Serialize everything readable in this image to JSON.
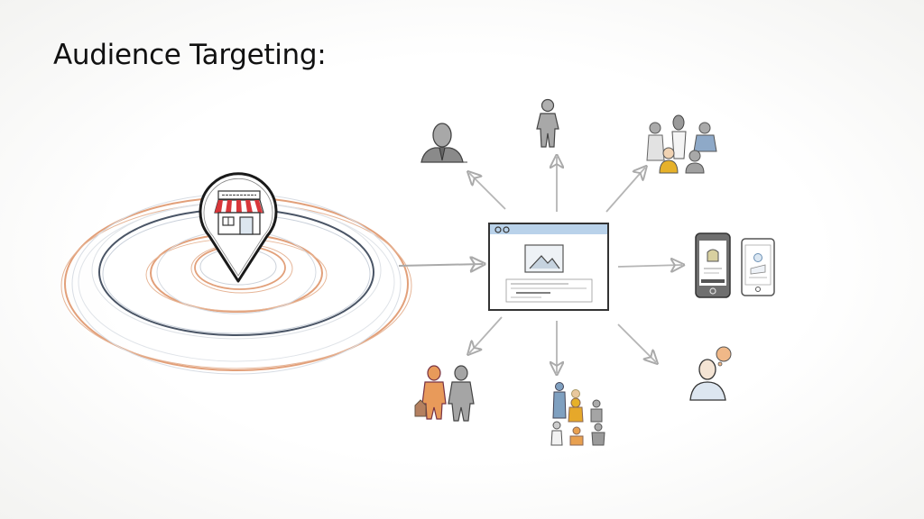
{
  "title": "Audience Targeting:",
  "colors": {
    "background": "#fdfdfc",
    "ring_orange": "#e2a07a",
    "ring_dark": "#4a5566",
    "ring_light": "#c9d0da",
    "pin_stroke": "#1a1a1a",
    "awning_red": "#d8363a",
    "browser_bar": "#b9d2ea",
    "person_gray": "#9a9a9a",
    "person_blue": "#8ea9c8",
    "person_orange": "#e89a5a",
    "person_yellow": "#e6b12a",
    "arrow_gray": "#b5b5b5"
  },
  "diagram": {
    "source": {
      "icon": "store-location-pin",
      "label": ""
    },
    "center": {
      "icon": "web-page-ad",
      "label": ""
    },
    "targets": [
      {
        "id": "professional",
        "icon": "businessman-icon",
        "direction": "up-left"
      },
      {
        "id": "individual",
        "icon": "person-standing-icon",
        "direction": "up"
      },
      {
        "id": "group",
        "icon": "diverse-group-icon",
        "direction": "up-right"
      },
      {
        "id": "mobile",
        "icon": "mobile-devices-icon",
        "direction": "right"
      },
      {
        "id": "interest",
        "icon": "person-with-thought-icon",
        "direction": "down-right"
      },
      {
        "id": "crowd",
        "icon": "crowd-icon",
        "direction": "down"
      },
      {
        "id": "couple",
        "icon": "couple-shopping-icon",
        "direction": "down-left"
      }
    ]
  }
}
